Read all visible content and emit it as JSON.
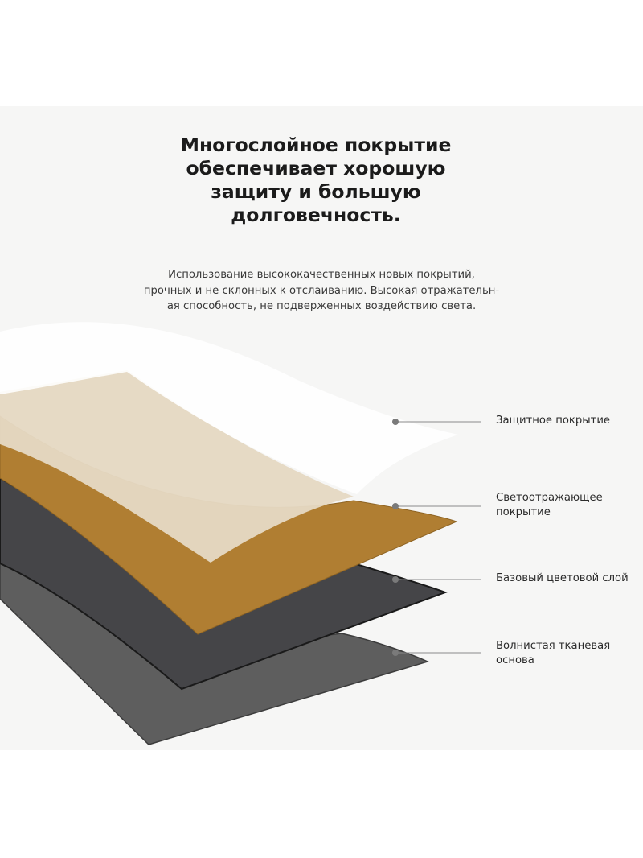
{
  "headline": {
    "line1": "Многослойное покрытие",
    "line2": "обеспечивает хорошую",
    "line3": "защиту и большую",
    "line4": "долговечность."
  },
  "description": {
    "line1": "Использование высококачественных новых покрытий,",
    "line2": "прочных и не склонных к отслаиванию. Высокая отражательн-",
    "line3": "ая способность, не подверженных воздействию света."
  },
  "layers": [
    {
      "label_line1": "Защитное покрытие",
      "label_line2": "",
      "color": "#ffffff"
    },
    {
      "label_line1": "Светоотражающее",
      "label_line2": "покрытие",
      "color": "#b07e32"
    },
    {
      "label_line1": "Базовый цветовой слой",
      "label_line2": "",
      "color": "#454548"
    },
    {
      "label_line1": "Волнистая тканевая",
      "label_line2": "основа",
      "color": "#5e5e5e"
    }
  ],
  "colors": {
    "background": "#f6f6f5",
    "beige_film": "#e5d8c3",
    "leader_line": "#8a8a8a"
  }
}
